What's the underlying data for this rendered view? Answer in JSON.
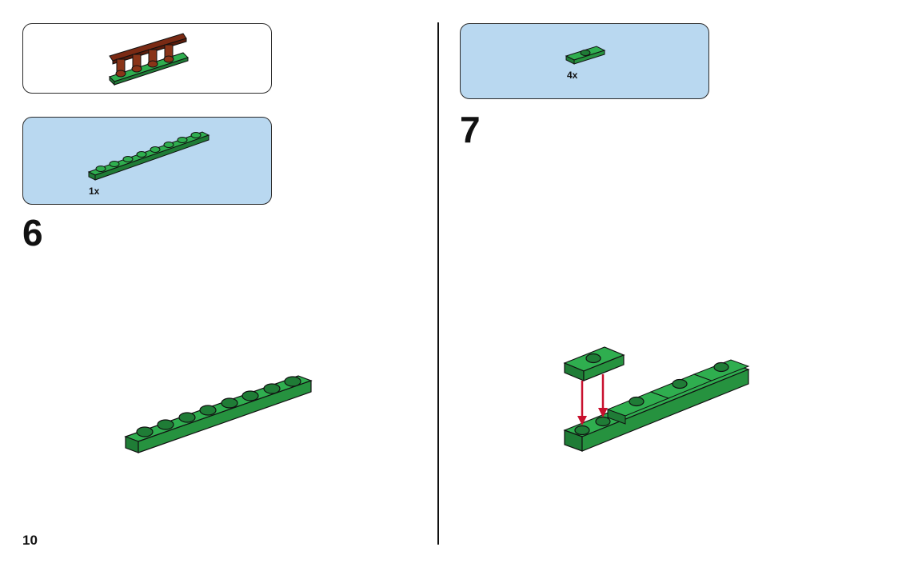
{
  "page_number": "10",
  "left_page": {
    "step_number": "6",
    "parts_callout": {
      "quantity": "1x",
      "part_icon": "green-1x8-plate-icon"
    },
    "submodel_preview": {
      "icon": "brown-plate-with-pegs-on-green-plate-icon"
    },
    "assembly_icon": "green-1x8-plate-icon"
  },
  "right_page": {
    "step_number": "7",
    "parts_callout": {
      "quantity": "4x",
      "part_icon": "green-1x2-jumper-plate-icon"
    },
    "assembly_icon": "jumper-plate-placement-icon"
  },
  "colors": {
    "callout_blue": "#b9d8f0",
    "brick_green": "#2fae4f",
    "brick_green_dark": "#1f7c36",
    "brick_brown": "#7a2a14",
    "arrow_red": "#c8102e"
  }
}
